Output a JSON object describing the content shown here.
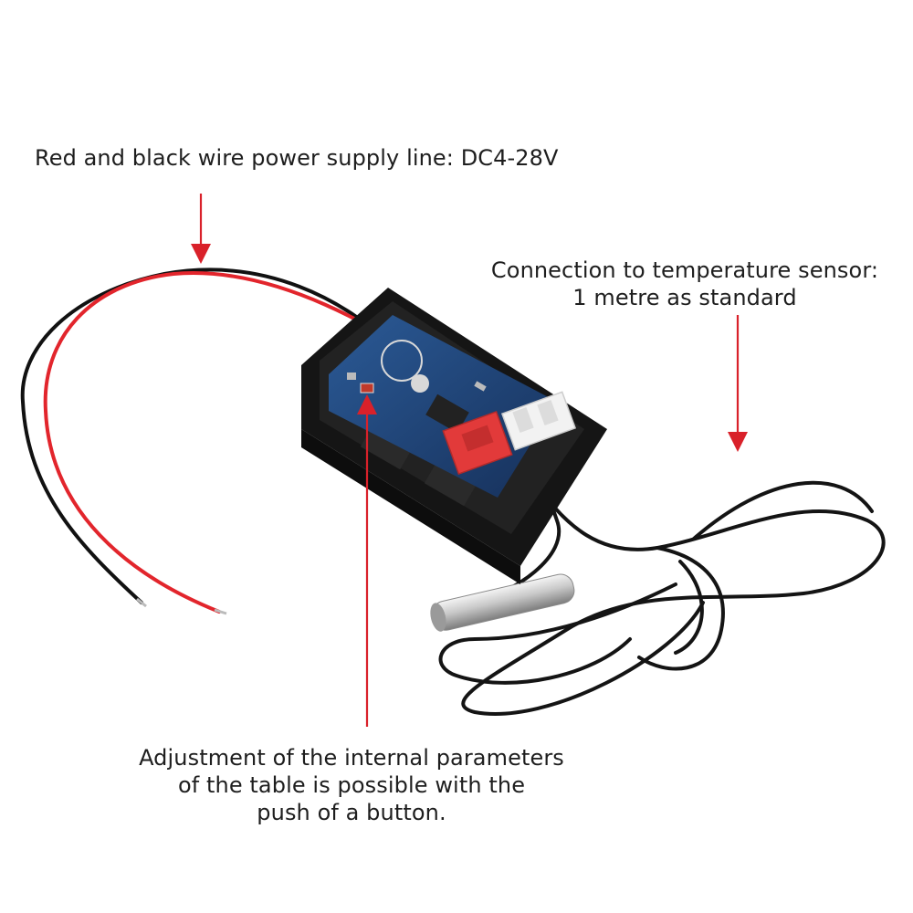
{
  "captions": {
    "power_supply": "Red and black wire power supply line: DC4-28V",
    "sensor_line1": "Connection to temperature sensor:",
    "sensor_line2": "1 metre as standard",
    "button_line1": "Adjustment of the internal parameters",
    "button_line2": "of the table is possible with the",
    "button_line3": "push of a button."
  },
  "colors": {
    "arrow_red": "#d9212a",
    "wire_red": "#e2252c",
    "wire_black": "#111111",
    "pcb_blue": "#1d3d6e",
    "housing": "#151515",
    "probe_steel": "#c9c9c9",
    "connector_red": "#e23a3a",
    "connector_white": "#f2f2f2"
  }
}
